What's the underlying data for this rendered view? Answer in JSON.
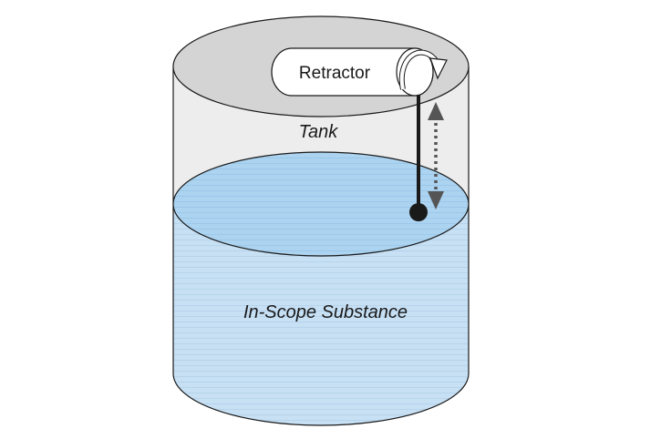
{
  "diagram": {
    "retractor_label": "Retractor",
    "tank_label": "Tank",
    "substance_label": "In-Scope Substance"
  },
  "colors": {
    "tank_top": "#d4d4d4",
    "tank_wall": "#ededed",
    "liquid_body": "#c5def2",
    "liquid_surface": "#a8d1f0",
    "outline": "#1a1a1a",
    "arrow": "#555555"
  }
}
